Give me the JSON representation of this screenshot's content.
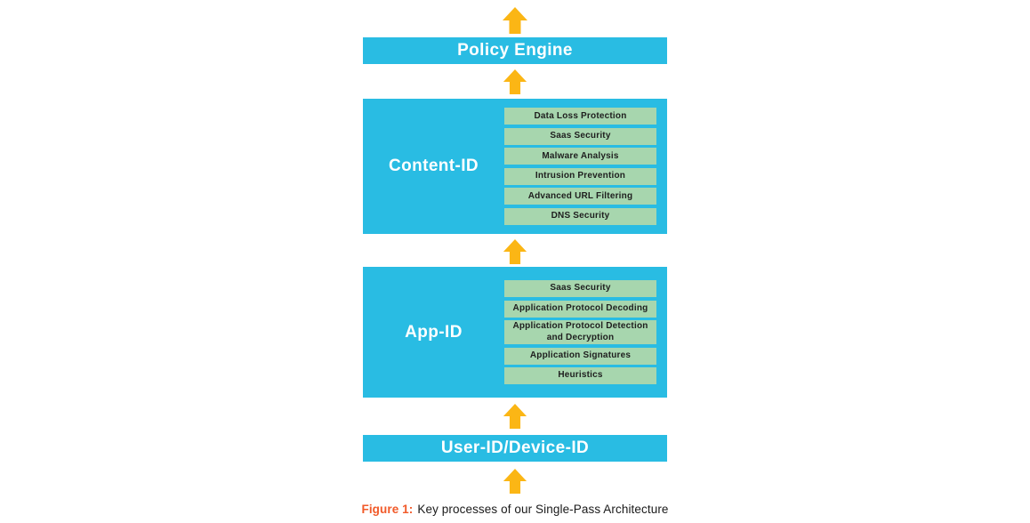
{
  "figure": {
    "caption": {
      "prefix": "Figure 1:",
      "text": "Key processes of our Single-Pass Architecture"
    },
    "layers": {
      "policy_engine": {
        "label": "Policy Engine"
      },
      "content_id": {
        "label": "Content-ID",
        "items": [
          "Data Loss Protection",
          "Saas Security",
          "Malware Analysis",
          "Intrusion Prevention",
          "Advanced URL Filtering",
          "DNS Security"
        ]
      },
      "app_id": {
        "label": "App-ID",
        "items": [
          "Saas Security",
          "Application Protocol Decoding",
          "Application Protocol Detection and Decryption",
          "Application Signatures",
          "Heuristics"
        ]
      },
      "user_id": {
        "label": "User-ID/Device-ID"
      }
    },
    "colors": {
      "bar_blue": "#29BCE3",
      "item_green": "#A7D6AE",
      "item_text": "#1E1E1E",
      "arrow_yellow": "#FBB615",
      "caption_orange": "#F15A29",
      "label_white": "#FFFFFF",
      "caption_text_color": "#1A1A1A"
    }
  }
}
